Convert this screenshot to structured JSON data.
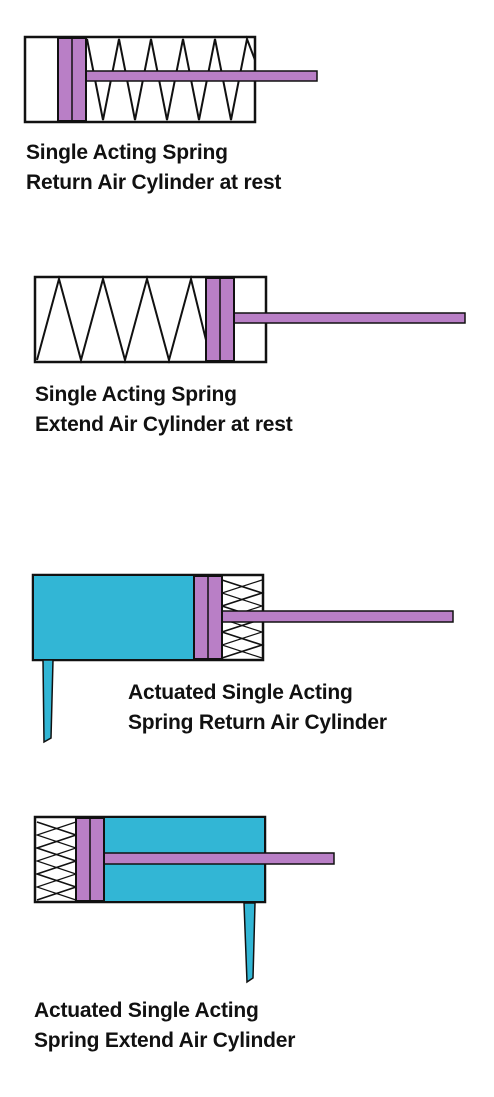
{
  "colors": {
    "background": "#ffffff",
    "outline": "#111111",
    "piston_rod": "#b97fc6",
    "pressurized_air": "#32b6d5"
  },
  "diagrams": [
    {
      "caption_lines": [
        "Single Acting Spring",
        "Return Air Cylinder at rest"
      ]
    },
    {
      "caption_lines": [
        "Single Acting Spring",
        "Extend Air Cylinder at rest"
      ]
    },
    {
      "caption_lines": [
        "Actuated Single Acting",
        "Spring Return Air Cylinder"
      ]
    },
    {
      "caption_lines": [
        "Actuated Single Acting",
        "Spring Extend Air Cylinder"
      ]
    }
  ]
}
